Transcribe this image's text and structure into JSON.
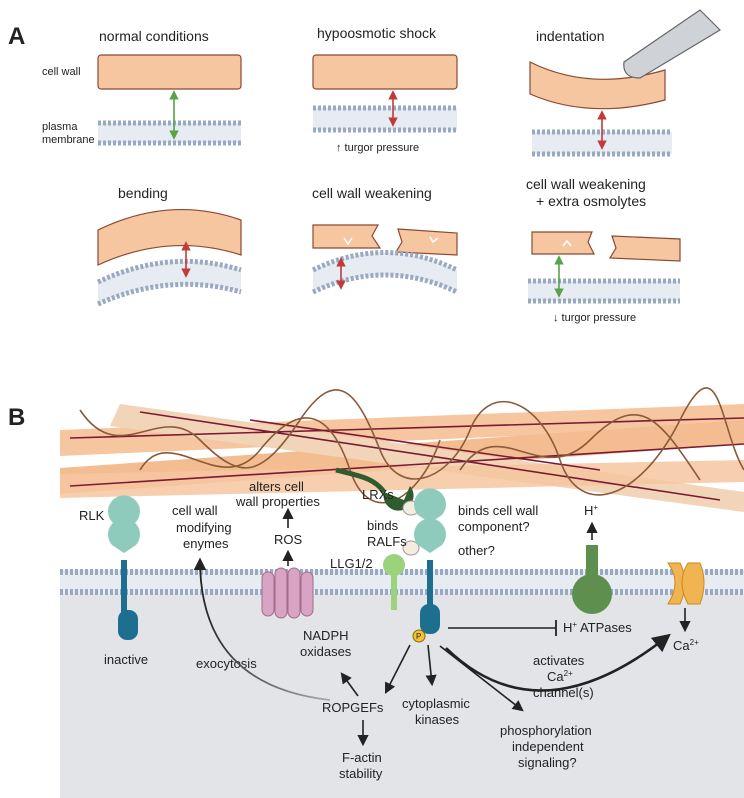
{
  "panel_a": {
    "label": "A",
    "side_labels": {
      "cell_wall": "cell wall",
      "plasma_line1": "plasma",
      "plasma_line2": "membrane"
    },
    "conditions": {
      "normal": "normal conditions",
      "hypo": "hypoosmotic shock",
      "indent": "indentation",
      "bending": "bending",
      "weakening": "cell wall weakening",
      "weak_osm_line1": "cell wall weakening",
      "weak_osm_line2": "+ extra osmolytes"
    },
    "notes": {
      "turgor_up": "↑ turgor pressure",
      "turgor_down": "↓ turgor pressure"
    }
  },
  "panel_b": {
    "label": "B",
    "rlk": "RLK",
    "inactive": "inactive",
    "cwme": [
      "cell wall",
      "modifying",
      "enymes"
    ],
    "exocytosis": "exocytosis",
    "alters": [
      "alters cell",
      "wall properties"
    ],
    "ros": "ROS",
    "nadph": [
      "NADPH",
      "oxidases"
    ],
    "lrxs": "LRXs",
    "binds_ralfs": [
      "binds",
      "RALFs"
    ],
    "llg": "LLG1/2",
    "binds_cw": [
      "binds cell wall",
      "component?"
    ],
    "other": "other?",
    "hplus": "H",
    "hplus_sup": "+",
    "hatpases": [
      "H",
      "+",
      " ATPases"
    ],
    "p_badge": "P",
    "ropgefs": "ROPGEFs",
    "factin": [
      "F-actin",
      "stability"
    ],
    "cyto": [
      "cytoplasmic",
      "kinases"
    ],
    "phos": [
      "phosphorylation",
      "independent",
      "signaling?"
    ],
    "activates": [
      "activates",
      "Ca",
      "2+",
      "channel(s)"
    ],
    "ca": [
      "Ca",
      "2+"
    ]
  },
  "colors": {
    "wall_fill": "#f6c6a0",
    "wall_line": "#8a4a32",
    "membrane": "#9aa9c2",
    "arrow_green": "#58a24a",
    "arrow_red": "#c23a3a",
    "receptor_teal": "#8fcbbd",
    "receptor_blue": "#1e6f8f",
    "lrx_green": "#2f5b2f",
    "llg_green": "#9bd27c",
    "nadph_pink": "#d9a3c4",
    "atpase_green": "#5e8f4f",
    "channel_orange": "#f1b453",
    "cytoplasm": "#e3e4e8"
  }
}
